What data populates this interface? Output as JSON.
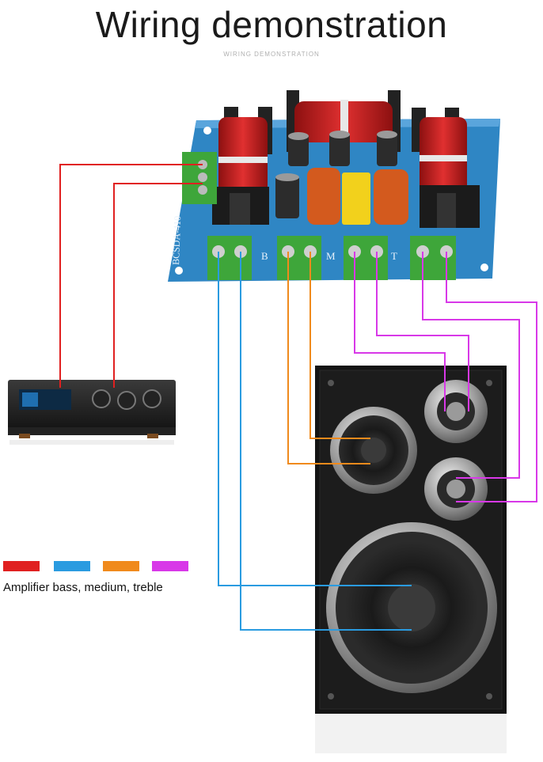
{
  "title": "Wiring demonstration",
  "subtitle": "WIRING DEMONSTRATION",
  "board": {
    "model": "BCSDA-410",
    "terminals": [
      "B",
      "M",
      "T"
    ]
  },
  "legend": {
    "label": "Amplifier bass, medium, treble",
    "colors": {
      "amplifier": "#e02020",
      "bass": "#2a9be0",
      "medium": "#f08a1c",
      "treble": "#d838e8"
    }
  }
}
